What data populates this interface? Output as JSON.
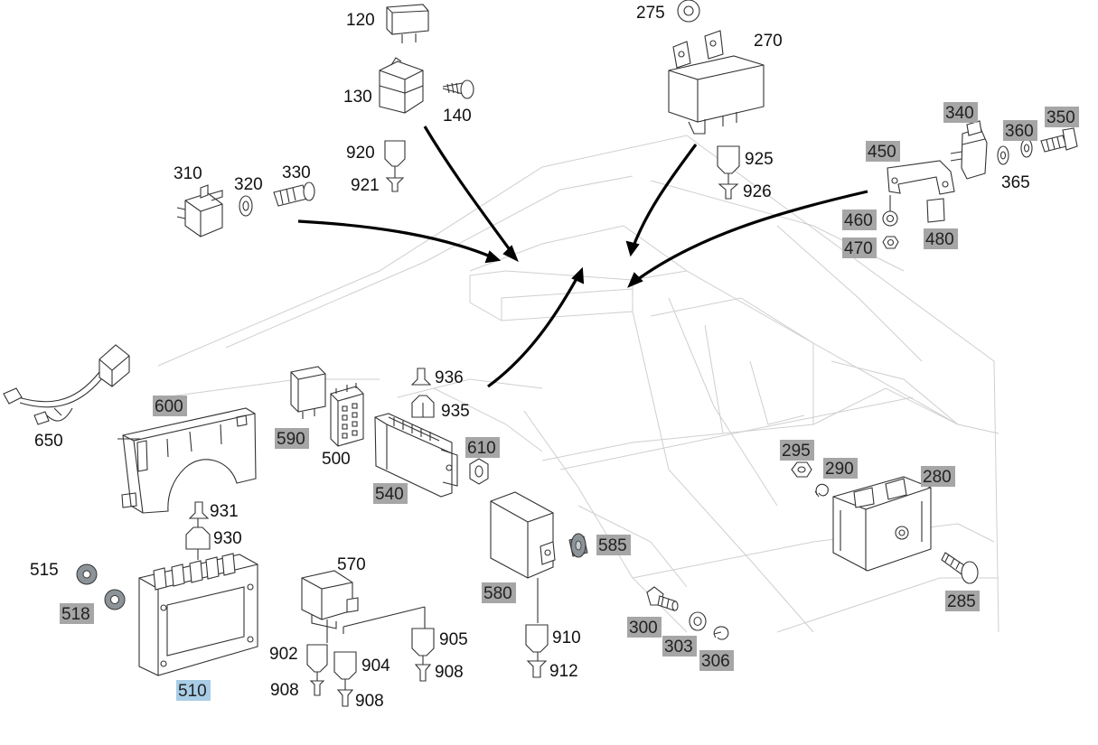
{
  "colors": {
    "highlight_gray": "#a6a6a6",
    "highlight_selected": "#a9cde6",
    "line": "#333333",
    "background_lines": "#cfcfcf",
    "arrow": "#000000"
  },
  "callouts": {
    "c120": {
      "label": "120",
      "style": "plain"
    },
    "c130": {
      "label": "130",
      "style": "plain"
    },
    "c140": {
      "label": "140",
      "style": "plain"
    },
    "c920": {
      "label": "920",
      "style": "plain"
    },
    "c921": {
      "label": "921",
      "style": "plain"
    },
    "c275": {
      "label": "275",
      "style": "plain"
    },
    "c270": {
      "label": "270",
      "style": "plain"
    },
    "c925": {
      "label": "925",
      "style": "plain"
    },
    "c926": {
      "label": "926",
      "style": "plain"
    },
    "c310": {
      "label": "310",
      "style": "plain"
    },
    "c320": {
      "label": "320",
      "style": "plain"
    },
    "c330": {
      "label": "330",
      "style": "plain"
    },
    "c340": {
      "label": "340",
      "style": "gray"
    },
    "c350": {
      "label": "350",
      "style": "gray"
    },
    "c360": {
      "label": "360",
      "style": "gray"
    },
    "c365": {
      "label": "365",
      "style": "plain"
    },
    "c450": {
      "label": "450",
      "style": "gray"
    },
    "c460": {
      "label": "460",
      "style": "gray"
    },
    "c470": {
      "label": "470",
      "style": "gray"
    },
    "c480": {
      "label": "480",
      "style": "gray"
    },
    "c650": {
      "label": "650",
      "style": "plain"
    },
    "c600": {
      "label": "600",
      "style": "gray"
    },
    "c590": {
      "label": "590",
      "style": "gray"
    },
    "c500": {
      "label": "500",
      "style": "plain"
    },
    "c936": {
      "label": "936",
      "style": "plain"
    },
    "c935": {
      "label": "935",
      "style": "plain"
    },
    "c540": {
      "label": "540",
      "style": "gray"
    },
    "c610": {
      "label": "610",
      "style": "gray"
    },
    "c931": {
      "label": "931",
      "style": "plain"
    },
    "c930": {
      "label": "930",
      "style": "plain"
    },
    "c515": {
      "label": "515",
      "style": "plain"
    },
    "c518": {
      "label": "518",
      "style": "gray"
    },
    "c510": {
      "label": "510",
      "style": "selected"
    },
    "c570": {
      "label": "570",
      "style": "plain"
    },
    "c902": {
      "label": "902",
      "style": "plain"
    },
    "c904": {
      "label": "904",
      "style": "plain"
    },
    "c905": {
      "label": "905",
      "style": "plain"
    },
    "c908a": {
      "label": "908",
      "style": "plain"
    },
    "c908b": {
      "label": "908",
      "style": "plain"
    },
    "c908c": {
      "label": "908",
      "style": "plain"
    },
    "c580": {
      "label": "580",
      "style": "gray"
    },
    "c585": {
      "label": "585",
      "style": "gray"
    },
    "c910": {
      "label": "910",
      "style": "plain"
    },
    "c912": {
      "label": "912",
      "style": "plain"
    },
    "c295": {
      "label": "295",
      "style": "gray"
    },
    "c290": {
      "label": "290",
      "style": "gray"
    },
    "c280": {
      "label": "280",
      "style": "gray"
    },
    "c285": {
      "label": "285",
      "style": "gray"
    },
    "c300": {
      "label": "300",
      "style": "gray"
    },
    "c303": {
      "label": "303",
      "style": "gray"
    },
    "c306": {
      "label": "306",
      "style": "gray"
    }
  }
}
